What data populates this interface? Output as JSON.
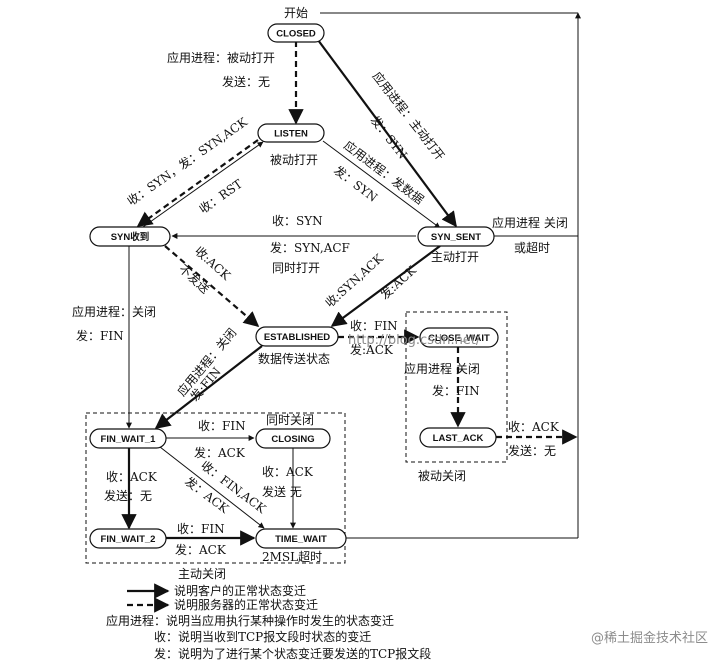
{
  "colors": {
    "line": "#111111",
    "watermark": "#8c8c8c",
    "background": "#ffffff"
  },
  "states": {
    "closed": "CLOSED",
    "listen": "LISTEN",
    "syn_rcvd": "SYN收到",
    "syn_sent": "SYN_SENT",
    "established": "ESTABLISHED",
    "close_wait": "CLOSE_WAIT",
    "last_ack": "LAST_ACK",
    "fin_wait_1": "FIN_WAIT_1",
    "closing": "CLOSING",
    "fin_wait_2": "FIN_WAIT_2",
    "time_wait": "TIME_WAIT"
  },
  "labels": {
    "start": "开始",
    "closed_to_listen_1": "应用进程：被动打开",
    "closed_to_listen_2": "发送：无",
    "listen_caption": "被动打开",
    "closed_to_synsent_1": "应用进程：主动打开",
    "closed_to_synsent_2": "发：SYN",
    "listen_to_synsent_1": "应用进程：发数据",
    "listen_to_synsent_2": "发：SYN",
    "listen_to_synrcvd_1": "收：SYN，发：SYN,ACK",
    "synrcvd_to_listen": "收：RST",
    "synsent_to_synrcvd_1": "收：SYN",
    "synsent_to_synrcvd_2": "发：SYN,ACF",
    "synsent_to_synrcvd_3": "同时打开",
    "synsent_caption": "主动打开",
    "synsent_to_closed_1": "应用进程 关闭",
    "synsent_to_closed_2": "或超时",
    "synrcvd_to_est_1": "收:ACK",
    "synrcvd_to_est_2": "不发送",
    "synsent_to_est_1": "收:SYN,ACK",
    "synsent_to_est_2": "发:ACK",
    "synrcvd_to_fw1_1": "应用进程：关闭",
    "synrcvd_to_fw1_2": "发：FIN",
    "est_caption": "数据传送状态",
    "est_to_fw1_1": "应用进程：关闭",
    "est_to_fw1_2": "发:FIN",
    "est_to_cw_1": "收：FIN",
    "est_to_cw_2": "发:ACK",
    "cw_to_la_1": "应用进程 关闭",
    "cw_to_la_2": "发：FIN",
    "la_to_closed_1": "收：ACK",
    "la_to_closed_2": "发送：无",
    "passive_close": "被动关闭",
    "simultaneous_close": "同时关闭",
    "fw1_to_closing_1": "收：FIN",
    "fw1_to_closing_2": "发：ACK",
    "fw1_to_tw_1": "收：FIN,ACK",
    "fw1_to_tw_2": "发：ACK",
    "fw1_to_fw2_1": "收：ACK",
    "fw1_to_fw2_2": "发送：无",
    "closing_to_tw_1": "收：ACK",
    "closing_to_tw_2": "发送  无",
    "fw2_to_tw_1": "收：FIN",
    "fw2_to_tw_2": "发：ACK",
    "tw_caption": "2MSL超时",
    "active_close": "主动关闭"
  },
  "legend": {
    "solid": "说明客户的正常状态变迁",
    "dashed": "说明服务器的正常状态变迁",
    "app": "应用进程：说明当应用执行某种操作时发生的状态变迁",
    "recv": "收：说明当收到TCP报文段时状态的变迁",
    "send": "发：说明为了进行某个状态变迁要发送的TCP报文段"
  },
  "watermarks": {
    "faint_url": "http://blog.csdn.net/",
    "site": "@稀土掘金技术社区"
  }
}
